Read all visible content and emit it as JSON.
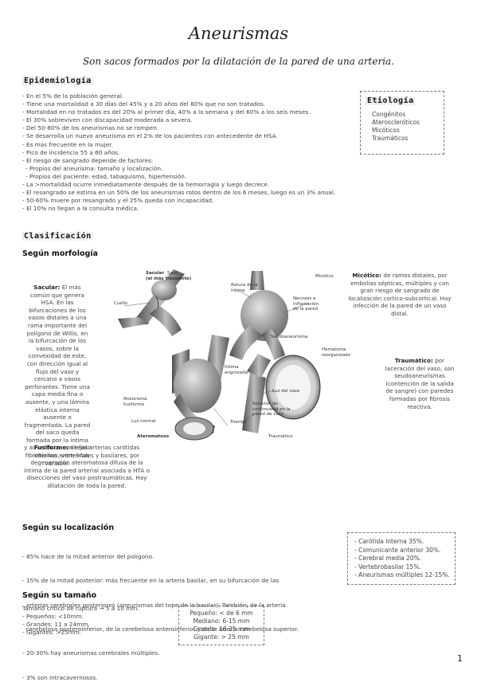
{
  "header": {
    "title": "Aneurismas",
    "subtitle": "Son sacos formados por la dilatación de la pared de una arteria."
  },
  "epidemiologia": {
    "heading": "Epidemiología",
    "items": [
      "- En el 5% de la población general.",
      "- Tiene una mortalidad a 30 días del 45% y a 20 años del 80% que no son tratados.",
      "- Mortalidad en no tratados es del 20% al primer día, 40% a la semana y del 60% a los seis meses.",
      "- El 30% sobreviven con discapacidad moderada a severa.",
      "- Del 50-80% de los aneurismas no se rompen.",
      "- Se desarrolla un nuevo aneurisma en el 2% de los pacientes con antecedente de HSA.",
      "- Es más frecuente en la mujer.",
      "- Pico de incidencia 55 a 60 años.",
      "- El riesgo de sangrado depende de factores:",
      "  - Propios del aneurisma: tamaño y localización.",
      "  - Propios del paciente: edad, tabaquismo, hipertensión.",
      "- La >mortalidad ocurre inmediatamente después de la hemorragia y luego decrece.",
      "- El resangrado se estima en un 50% de los aneurismas rotos dentro de los 6 meses, luego es un 3% anual.",
      "- 50-60% muere por resangrado y el 25% queda con incapacidad.",
      "- El 10% no llegan a la consulta médica."
    ]
  },
  "etiologia": {
    "heading": "Etiología",
    "items": [
      "Congénitos",
      "Ateroscleróticos",
      "Micóticos",
      "Traumáticos"
    ]
  },
  "clasificacion": {
    "heading": "Clasificación",
    "morfologia_title": "Según morfología",
    "sacular": {
      "term": "Sacular:",
      "text": "El más común que genera HSA. En las bifurcaciones de los vasos distales a una rama importante del polígono de Willis, en la bifurcación de los vasos, sobre la convexidad de este, con dirección igual al flujo del vaso y cercano a vasos perforantes. Tiene una capa media fina o ausente, y una lámina elástica interna ausente o fragmentada. La pared del saco queda formada por la íntima y adventicia, con tejido fibrohialino entre ellas variable."
    },
    "fusiforme": {
      "term": "Fusiforme:",
      "text": "de las arterias carótidas internas, vertebrales y basilares, por degeneración ateromatosa difusa de la íntima de la pared arterial asociada a HTA o disecciones del vaso postraumáticas. Hay dilatación de toda la pared."
    },
    "micotico": {
      "term": "Micótico:",
      "text": "de ramos distales, por embolias sépticas, múltiples y con gran riesgo de sangrado de localización cortico-subcortical. Hay infección de la pared de un vaso distal."
    },
    "traumatico": {
      "term": "Traumático:",
      "text": "por laceración del vaso, son seudoaneurismas (contención de la salida de sangre) con paredes formadas por fibrosis reactiva."
    },
    "labels": {
      "sacular": "Sacular\n(el más frecuente)",
      "saco": "Saco",
      "cuello": "Cuello",
      "rotura": "Rotura de la\níntima",
      "micotico": "Micótico",
      "necrosis": "Necrosis e\ninflamación\nde la pared",
      "seudoaneurisma": "Seudoaneurisma",
      "hematoma": "Hematoma\nreorganizado",
      "intima": "Íntima\nengrosada",
      "aneurisma_fusiforme": "Aneurisma\nfusiforme",
      "luz_normal": "Luz normal",
      "trombo": "Trombo",
      "ateromatoso": "Ateromatoso",
      "luz_vaso": "Luz del vaso",
      "solucion": "Solución de\ncontinuidad en la\npared de vaso",
      "traumatico": "Traumático"
    },
    "localizacion_title": "Según su localización",
    "localizacion_items": [
      "- 85% nace de la mitad anterior del polígono.",
      "- 15% de la mitad posterior: más frecuente en la arteria basilar, en su bifurcación de las",
      "  arterias cerebrales posteriores (aneurismas del tope de la basilar). También, de la arteria",
      "  cerebelosa posteroinferior, de la cerebelosa anteroinferior y de la arteria cerebelosa superior.",
      "- 20-30% hay aneurismas cerebrales múltiples.",
      "- 3% son intracavernosos."
    ],
    "localizacion_box": [
      "- Carótida interna 35%.",
      "- Comunicante anterior 30%.",
      "- Cerebral media 20%.",
      "- Vertebrobasilar 15%.",
      "- Aneurismas múltiples 12-15%."
    ],
    "tamano_title": "Según su tamaño",
    "tamano_items": [
      "Tamaño crítico de ruptura → 5 a 10 mm.",
      "- Pequeños: <10mm.",
      "- Grandes: 11 a 24mm.",
      "- Gigantes: >25mm."
    ],
    "tamano_box": [
      "Pequeño: < de 6 mm",
      "Mediano: 6-15 mm",
      "Grande: 16-25 mm",
      "Gigante: > 25 mm"
    ]
  },
  "page_number": "1"
}
